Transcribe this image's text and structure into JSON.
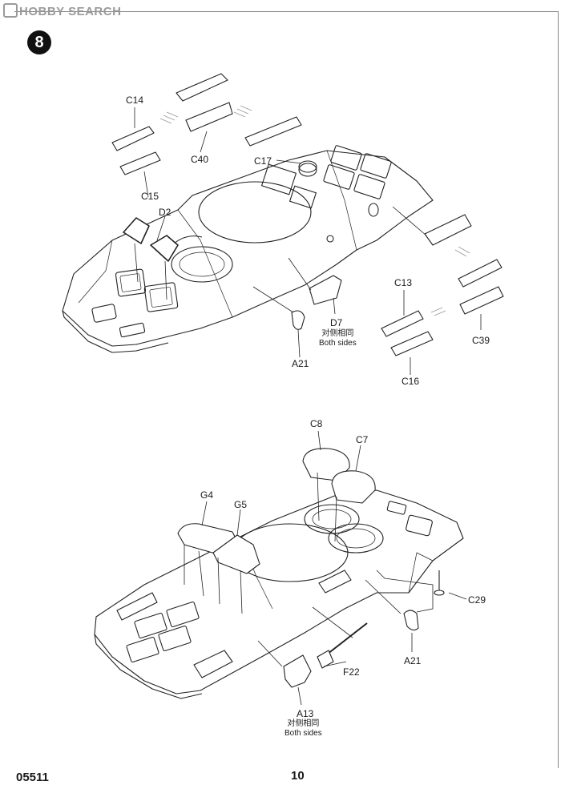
{
  "watermark": "HOBBY SEARCH",
  "step_number": "8",
  "footer": {
    "product_code": "05511",
    "page_number": "10"
  },
  "top_view": {
    "labels": {
      "c14": "C14",
      "c15": "C15",
      "c40": "C40",
      "c17": "C17",
      "d2": "D2",
      "c13": "C13",
      "c16": "C16",
      "c39": "C39",
      "a21": "A21",
      "d7": "D7"
    },
    "note_d7": {
      "cn": "对侧相同",
      "en": "Both sides"
    }
  },
  "bottom_view": {
    "labels": {
      "c8": "C8",
      "c7": "C7",
      "g4": "G4",
      "g5": "G5",
      "c29": "C29",
      "a21": "A21",
      "f22": "F22",
      "a13": "A13"
    },
    "note_a13": {
      "cn": "对侧相同",
      "en": "Both sides"
    }
  }
}
